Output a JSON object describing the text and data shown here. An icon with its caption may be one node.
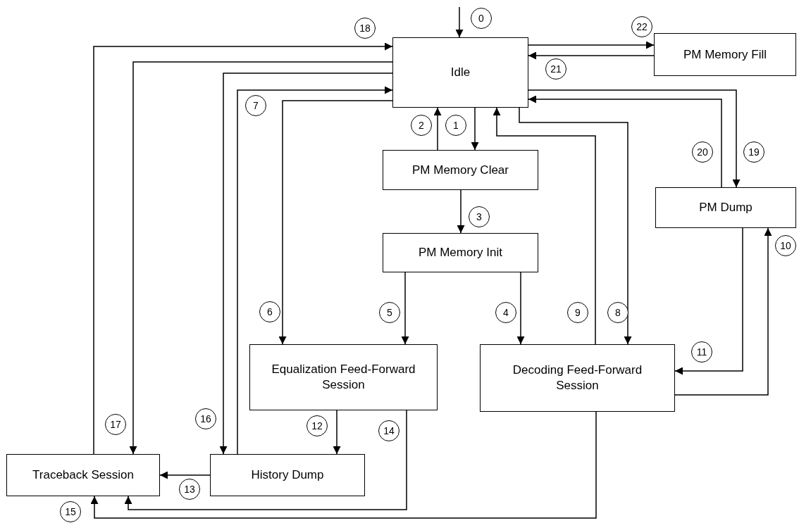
{
  "diagram": {
    "nodes": [
      {
        "text": [
          "Idle"
        ]
      },
      {
        "text": [
          "PM Memory Fill"
        ]
      },
      {
        "text": [
          "PM Memory Clear"
        ]
      },
      {
        "text": [
          "PM Memory Init"
        ]
      },
      {
        "text": [
          "PM Dump"
        ]
      },
      {
        "text": [
          "Equalization Feed-Forward Session"
        ]
      },
      {
        "text": [
          "Decoding Feed-Forward Session"
        ]
      },
      {
        "text": [
          "Traceback Session"
        ]
      },
      {
        "text": [
          "History Dump"
        ]
      }
    ],
    "edges": [
      {
        "from": null,
        "to": 0,
        "arrow": "to",
        "label": "0"
      },
      {
        "from": 0,
        "to": 2,
        "arrow": "to",
        "label": "1"
      },
      {
        "from": 2,
        "to": 0,
        "arrow": "to",
        "label": "2"
      },
      {
        "from": 2,
        "to": 3,
        "arrow": "to",
        "label": "3"
      },
      {
        "from": 3,
        "to": 6,
        "arrow": "to",
        "label": "4"
      },
      {
        "from": 3,
        "to": 5,
        "arrow": "to",
        "label": "5"
      },
      {
        "from": 0,
        "to": 5,
        "arrow": "to",
        "label": "6"
      },
      {
        "from": 8,
        "to": 0,
        "arrow": "to",
        "label": "7"
      },
      {
        "from": 0,
        "to": 6,
        "arrow": "to",
        "label": "8"
      },
      {
        "from": 6,
        "to": 0,
        "arrow": "to",
        "label": "9"
      },
      {
        "from": 6,
        "to": 4,
        "arrow": "to",
        "label": "10"
      },
      {
        "from": 4,
        "to": 6,
        "arrow": "to",
        "label": "11"
      },
      {
        "from": 5,
        "to": 8,
        "arrow": "to",
        "label": "12"
      },
      {
        "from": 8,
        "to": 7,
        "arrow": "to",
        "label": "13"
      },
      {
        "from": 5,
        "to": 7,
        "arrow": "to",
        "label": "14"
      },
      {
        "from": 6,
        "to": 7,
        "arrow": "to",
        "label": "15"
      },
      {
        "from": 0,
        "to": 8,
        "arrow": "to",
        "label": "16"
      },
      {
        "from": 0,
        "to": 7,
        "arrow": "to",
        "label": "17"
      },
      {
        "from": 7,
        "to": 0,
        "arrow": "to",
        "label": "18"
      },
      {
        "from": 0,
        "to": 4,
        "arrow": "to",
        "label": "19"
      },
      {
        "from": 4,
        "to": 0,
        "arrow": "to",
        "label": "20"
      },
      {
        "from": 1,
        "to": 0,
        "arrow": "to",
        "label": "21"
      },
      {
        "from": 0,
        "to": 1,
        "arrow": "to",
        "label": "22"
      }
    ]
  }
}
